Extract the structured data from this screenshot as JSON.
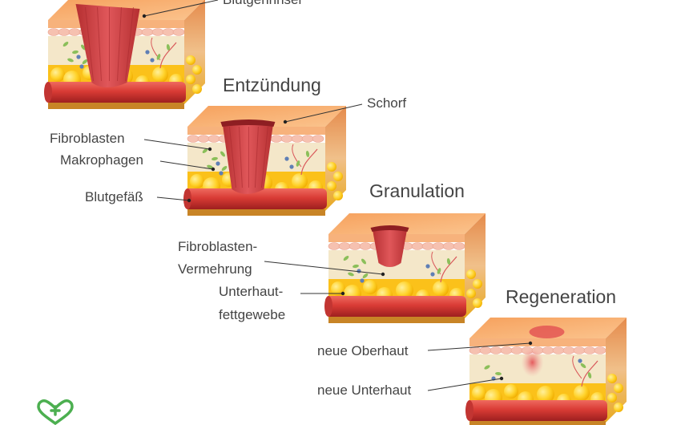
{
  "stages": {
    "s1": {
      "labels": {
        "blutgerinnsel": "Blutgerinnsel"
      }
    },
    "s2": {
      "title": "Entzündung",
      "labels": {
        "schorf": "Schorf",
        "fibroblasten": "Fibroblasten",
        "makrophagen": "Makrophagen",
        "blutgefaess": "Blutgefäß"
      }
    },
    "s3": {
      "title": "Granulation",
      "labels": {
        "vermehrung_1": "Fibroblasten-",
        "vermehrung_2": "Vermehrung",
        "unterhaut_1": "Unterhaut-",
        "unterhaut_2": "fettgewebe"
      }
    },
    "s4": {
      "title": "Regeneration",
      "labels": {
        "neue_oberhaut": "neue Oberhaut",
        "neue_unterhaut": "neue Unterhaut"
      }
    }
  },
  "logo": {
    "icon": "heart-plus-logo-icon",
    "color": "#4caf50"
  },
  "colors": {
    "epidermis_top": "#f8a56a",
    "dermis": "#f4e7c9",
    "fat": "#ffcf1f",
    "vessel": "#d8443b",
    "wound": "#c83b3b"
  }
}
